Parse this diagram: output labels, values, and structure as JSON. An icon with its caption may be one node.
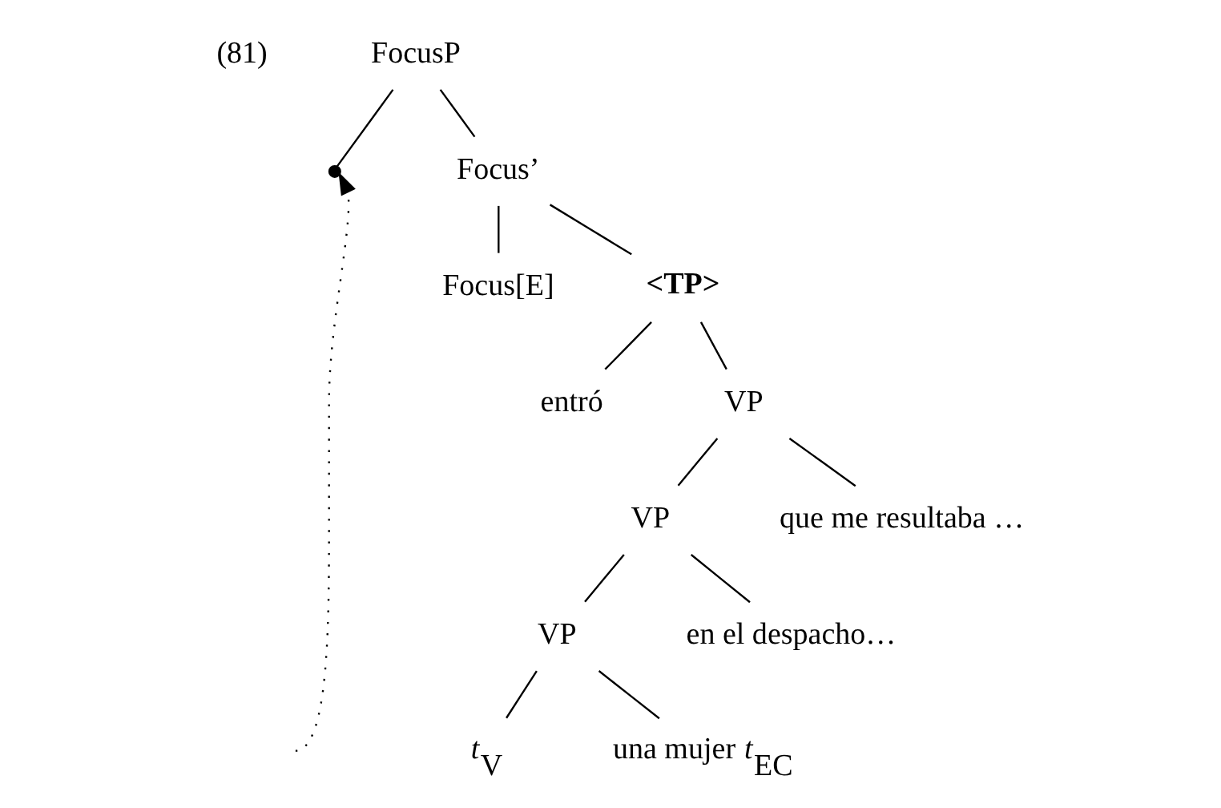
{
  "diagram": {
    "nodes": [
      {
        "text": [
          "FocusP"
        ]
      },
      {
        "text": [],
        "shape": "point"
      },
      {
        "text": [
          "Focus’"
        ]
      },
      {
        "text": [
          "Focus[E]"
        ]
      },
      {
        "text": [
          "<TP>"
        ]
      },
      {
        "text": [
          "entró"
        ]
      },
      {
        "text": [
          "VP"
        ]
      },
      {
        "text": [
          "VP"
        ]
      },
      {
        "text": [
          "que me resultaba …"
        ]
      },
      {
        "text": [
          "VP"
        ]
      },
      {
        "text": [
          "en el despacho…"
        ]
      },
      {
        "text": [
          "*t*$_{V}$"
        ]
      },
      {
        "text": [
          "una mujer *t*$_{EC}$"
        ]
      }
    ],
    "edges": [
      {
        "from": 0,
        "to": 1,
        "arrow": "none"
      },
      {
        "from": 0,
        "to": 2,
        "arrow": "none"
      },
      {
        "from": 2,
        "to": 3,
        "arrow": "none"
      },
      {
        "from": 2,
        "to": 4,
        "arrow": "none"
      },
      {
        "from": 4,
        "to": 5,
        "arrow": "none"
      },
      {
        "from": 4,
        "to": 6,
        "arrow": "none"
      },
      {
        "from": 6,
        "to": 7,
        "arrow": "none"
      },
      {
        "from": 6,
        "to": 8,
        "arrow": "none"
      },
      {
        "from": 7,
        "to": 9,
        "arrow": "none"
      },
      {
        "from": 7,
        "to": 10,
        "arrow": "none"
      },
      {
        "from": 9,
        "to": 11,
        "arrow": "none"
      },
      {
        "from": 9,
        "to": 12,
        "arrow": "none"
      },
      {
        "from": null,
        "to": 1,
        "arrow": "to",
        "style": "dashed"
      }
    ],
    "labels": [
      "(81)"
    ]
  }
}
